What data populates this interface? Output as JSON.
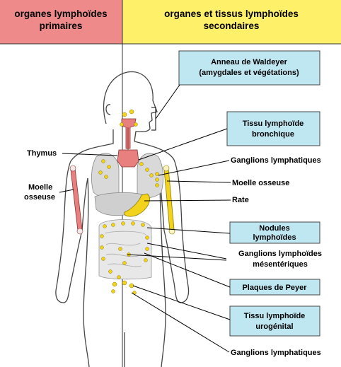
{
  "header": {
    "primary_line1": "organes lymphoïdes",
    "primary_line2": "primaires",
    "secondary_line1": "organes et tissus lymphoïdes",
    "secondary_line2": "secondaires"
  },
  "left_labels": {
    "thymus": "Thymus",
    "moelle_line1": "Moelle",
    "moelle_line2": "osseuse"
  },
  "right_labels": {
    "waldeyer_line1": "Anneau de Waldeyer",
    "waldeyer_line2": "(amygdales et végétations)",
    "bronchique_line1": "Tissu lymphoïde",
    "bronchique_line2": "bronchique",
    "ganglions_1": "Ganglions lymphatiques",
    "moelle": "Moelle osseuse",
    "rate": "Rate",
    "nodules_line1": "Nodules",
    "nodules_line2": "lymphoïdes",
    "mesent_line1": "Ganglions lymphoïdes",
    "mesent_line2": "mésentériques",
    "peyer": "Plaques de Peyer",
    "urogenital_line1": "Tissu lymphoïde",
    "urogenital_line2": "urogénital",
    "ganglions_2": "Ganglions lymphatiques"
  },
  "colors": {
    "primary_header": "#ef8a8a",
    "secondary_header": "#fff06a",
    "info_box": "#bfe7f2",
    "lymphoid_yellow": "#f2d21a",
    "thymus_red": "#e98080"
  }
}
